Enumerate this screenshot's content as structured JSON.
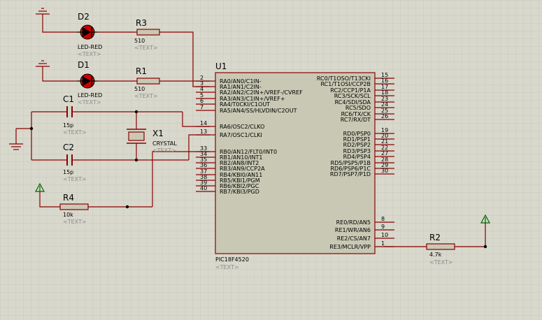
{
  "components": {
    "d2": {
      "ref": "D2",
      "value": "LED-RED",
      "text": "<TEXT>"
    },
    "d1": {
      "ref": "D1",
      "value": "LED-RED",
      "text": "<TEXT>"
    },
    "r3": {
      "ref": "R3",
      "value": "510",
      "text": "<TEXT>"
    },
    "r1": {
      "ref": "R1",
      "value": "510",
      "text": "<TEXT>"
    },
    "c1": {
      "ref": "C1",
      "value": "15p",
      "text": "<TEXT>"
    },
    "c2": {
      "ref": "C2",
      "value": "15p",
      "text": "<TEXT>"
    },
    "x1": {
      "ref": "X1",
      "value": "CRYSTAL",
      "text": "<TEXT>"
    },
    "r4": {
      "ref": "R4",
      "value": "10k",
      "text": "<TEXT>"
    },
    "r2": {
      "ref": "R2",
      "value": "4.7k",
      "text": "<TEXT>"
    },
    "u1": {
      "ref": "U1",
      "value": "PIC18F4520",
      "text": "<TEXT>"
    }
  },
  "chip": {
    "left_pins": [
      {
        "num": "2",
        "name": "RA0/AN0/C1IN-"
      },
      {
        "num": "3",
        "name": "RA1/AN1/C2IN-"
      },
      {
        "num": "4",
        "name": "RA2/AN2/C2IN+/VREF-/CVREF"
      },
      {
        "num": "5",
        "name": "RA3/AN3/C1IN+/VREF+"
      },
      {
        "num": "6",
        "name": "RA4/T0CKI/C1OUT"
      },
      {
        "num": "7",
        "name": "RA5/AN4/SS/HLVDIN/C2OUT"
      },
      {
        "num": "14",
        "name": "RA6/OSC2/CLKO"
      },
      {
        "num": "13",
        "name": "RA7/OSC1/CLKI"
      },
      {
        "num": "33",
        "name": "RB0/AN12/FLT0/INT0"
      },
      {
        "num": "34",
        "name": "RB1/AN10/INT1"
      },
      {
        "num": "35",
        "name": "RB2/AN8/INT2"
      },
      {
        "num": "36",
        "name": "RB3/AN9/CCP2A"
      },
      {
        "num": "37",
        "name": "RB4/KBI0/AN11"
      },
      {
        "num": "38",
        "name": "RB5/KBI1/PGM"
      },
      {
        "num": "39",
        "name": "RB6/KBI2/PGC"
      },
      {
        "num": "40",
        "name": "RB7/KBI3/PGD"
      }
    ],
    "right_pins": [
      {
        "num": "15",
        "name": "RC0/T1OSO/T13CKI"
      },
      {
        "num": "16",
        "name": "RC1/T1OSI/CCP2B"
      },
      {
        "num": "17",
        "name": "RC2/CCP1/P1A"
      },
      {
        "num": "18",
        "name": "RC3/SCK/SCL"
      },
      {
        "num": "23",
        "name": "RC4/SDI/SDA"
      },
      {
        "num": "24",
        "name": "RC5/SDO"
      },
      {
        "num": "25",
        "name": "RC6/TX/CK"
      },
      {
        "num": "26",
        "name": "RC7/RX/DT"
      },
      {
        "num": "19",
        "name": "RD0/PSP0"
      },
      {
        "num": "20",
        "name": "RD1/PSP1"
      },
      {
        "num": "21",
        "name": "RD2/PSP2"
      },
      {
        "num": "22",
        "name": "RD3/PSP3"
      },
      {
        "num": "27",
        "name": "RD4/PSP4"
      },
      {
        "num": "28",
        "name": "RD5/PSP5/P1B"
      },
      {
        "num": "29",
        "name": "RD6/PSP6/P1C"
      },
      {
        "num": "30",
        "name": "RD7/PSP7/P1D"
      },
      {
        "num": "8",
        "name": "RE0/RD/AN5"
      },
      {
        "num": "9",
        "name": "RE1/WR/AN6"
      },
      {
        "num": "10",
        "name": "RE2/CS/AN7"
      },
      {
        "num": "1",
        "name": "RE3/MCLR/VPP"
      }
    ]
  },
  "colors": {
    "background": "#d8d8cc",
    "grid": "#c4c4b8",
    "wire": "#8b0000",
    "chip_fill": "#c8c8b4",
    "led_fill": "#cc0000",
    "resistor_fill": "#c8c8b4",
    "junction": "#000000",
    "power_arrow": "#006400"
  }
}
